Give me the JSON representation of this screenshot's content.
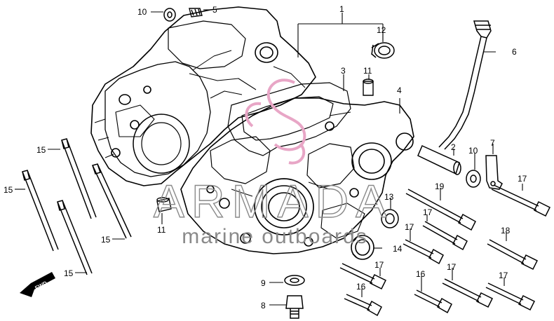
{
  "watermark": {
    "brand": "ARMADA",
    "tagline": "marine outboards",
    "color": "#e8a6c6",
    "text_color": "#8a8a8a"
  },
  "direction_badge": "FWD",
  "callouts": [
    {
      "id": "c1",
      "label": "1"
    },
    {
      "id": "c2",
      "label": "2"
    },
    {
      "id": "c3",
      "label": "3"
    },
    {
      "id": "c4",
      "label": "4"
    },
    {
      "id": "c5",
      "label": "5"
    },
    {
      "id": "c6",
      "label": "6"
    },
    {
      "id": "c7",
      "label": "7"
    },
    {
      "id": "c8",
      "label": "8"
    },
    {
      "id": "c9",
      "label": "9"
    },
    {
      "id": "c10a",
      "label": "10"
    },
    {
      "id": "c10b",
      "label": "10"
    },
    {
      "id": "c11a",
      "label": "11"
    },
    {
      "id": "c11b",
      "label": "11"
    },
    {
      "id": "c12",
      "label": "12"
    },
    {
      "id": "c13",
      "label": "13"
    },
    {
      "id": "c14",
      "label": "14"
    },
    {
      "id": "c15a",
      "label": "15"
    },
    {
      "id": "c15b",
      "label": "15"
    },
    {
      "id": "c15c",
      "label": "15"
    },
    {
      "id": "c15d",
      "label": "15"
    },
    {
      "id": "c16a",
      "label": "16"
    },
    {
      "id": "c16b",
      "label": "16"
    },
    {
      "id": "c17a",
      "label": "17"
    },
    {
      "id": "c17b",
      "label": "17"
    },
    {
      "id": "c17c",
      "label": "17"
    },
    {
      "id": "c17d",
      "label": "17"
    },
    {
      "id": "c17e",
      "label": "17"
    },
    {
      "id": "c17f",
      "label": "17"
    },
    {
      "id": "c18",
      "label": "18"
    },
    {
      "id": "c19",
      "label": "19"
    }
  ]
}
